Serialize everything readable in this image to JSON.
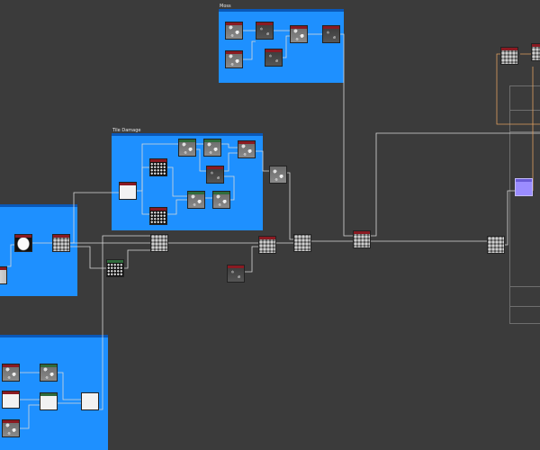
{
  "app": {
    "frames": [
      {
        "id": "moss",
        "title": "Moss"
      },
      {
        "id": "tile-damage",
        "title": "Tile Damage"
      },
      {
        "id": "left-mid",
        "title": ""
      },
      {
        "id": "bottom-left",
        "title": ""
      }
    ]
  },
  "colors": {
    "canvas_bg": "#3b3b3b",
    "frame_blue": "#1e90ff",
    "node_header_red": "#8a1a22",
    "wire": "#d9d9d9",
    "wire_orange": "#e0a060",
    "selected_node": "#9b8cff"
  }
}
